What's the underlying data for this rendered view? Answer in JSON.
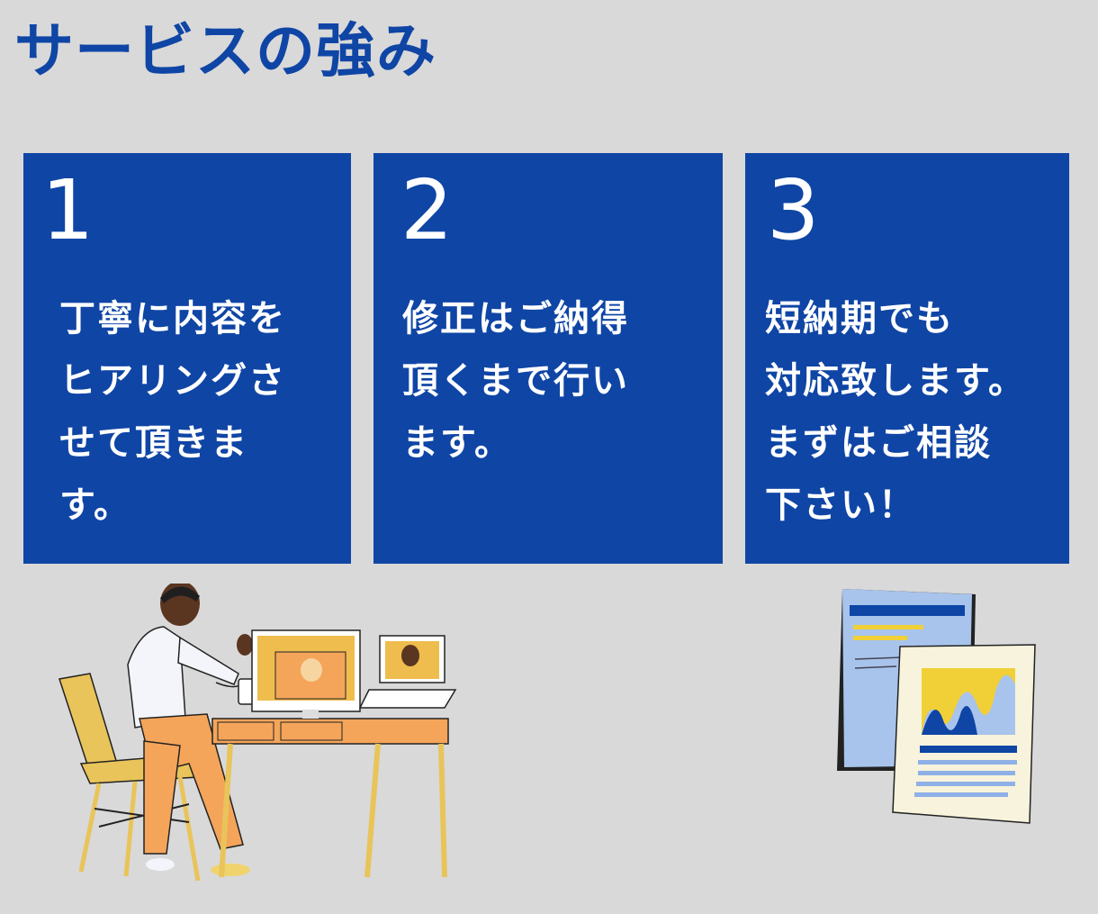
{
  "header": {
    "title": "サービスの強み"
  },
  "cards": [
    {
      "number": "1",
      "text": "丁寧に内容を\nヒアリングさ\nせて頂きま\nす。"
    },
    {
      "number": "2",
      "text": "修正はご納得\n頂くまで行い\nます。"
    },
    {
      "number": "3",
      "text": "短納期でも\n対応致します。\nまずはご相談\n下さい！"
    }
  ],
  "colors": {
    "background": "#d9d9d9",
    "accent": "#0f45a5",
    "card_text": "#ffffff"
  },
  "illustrations": {
    "left": "person-video-call-illustration",
    "right": "documents-chart-illustration"
  }
}
